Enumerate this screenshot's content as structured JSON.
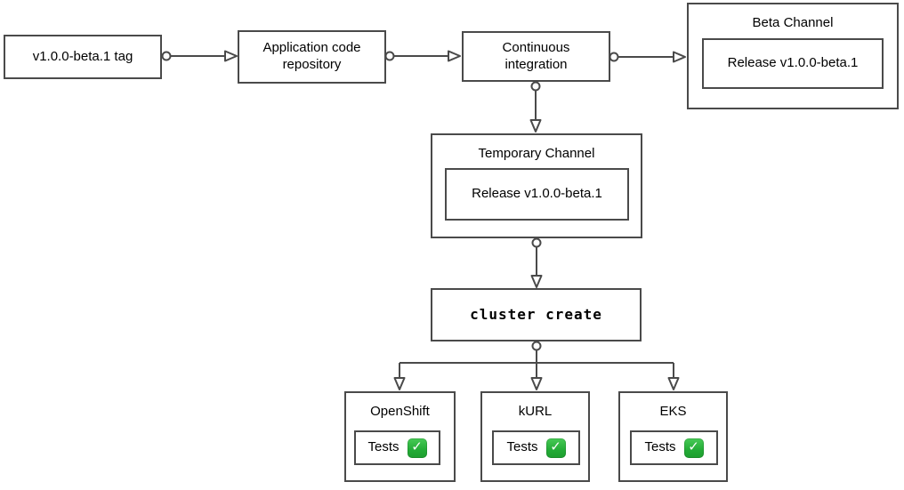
{
  "diagram": {
    "colors": {
      "stroke": "#4a4a4a",
      "text": "#000000",
      "check_green": "#23ab36",
      "background": "#ffffff"
    },
    "nodes": {
      "tag": {
        "label": "v1.0.0-beta.1 tag"
      },
      "repo": {
        "label": "Application code repository"
      },
      "ci": {
        "label": "Continuous integration"
      },
      "beta_channel": {
        "title": "Beta Channel",
        "release": "Release v1.0.0-beta.1"
      },
      "temp_channel": {
        "title": "Temporary Channel",
        "release": "Release v1.0.0-beta.1"
      },
      "cluster_create": {
        "label": "cluster create"
      },
      "platforms": [
        {
          "title": "OpenShift",
          "tests_label": "Tests",
          "check": "✓"
        },
        {
          "title": "kURL",
          "tests_label": "Tests",
          "check": "✓"
        },
        {
          "title": "EKS",
          "tests_label": "Tests",
          "check": "✓"
        }
      ]
    },
    "edges": [
      {
        "from": "v1.0.0-beta.1 tag",
        "to": "Application code repository"
      },
      {
        "from": "Application code repository",
        "to": "Continuous integration"
      },
      {
        "from": "Continuous integration",
        "to": "Beta Channel"
      },
      {
        "from": "Continuous integration",
        "to": "Temporary Channel"
      },
      {
        "from": "Temporary Channel",
        "to": "cluster create"
      },
      {
        "from": "cluster create",
        "to": "OpenShift"
      },
      {
        "from": "cluster create",
        "to": "kURL"
      },
      {
        "from": "cluster create",
        "to": "EKS"
      }
    ]
  }
}
